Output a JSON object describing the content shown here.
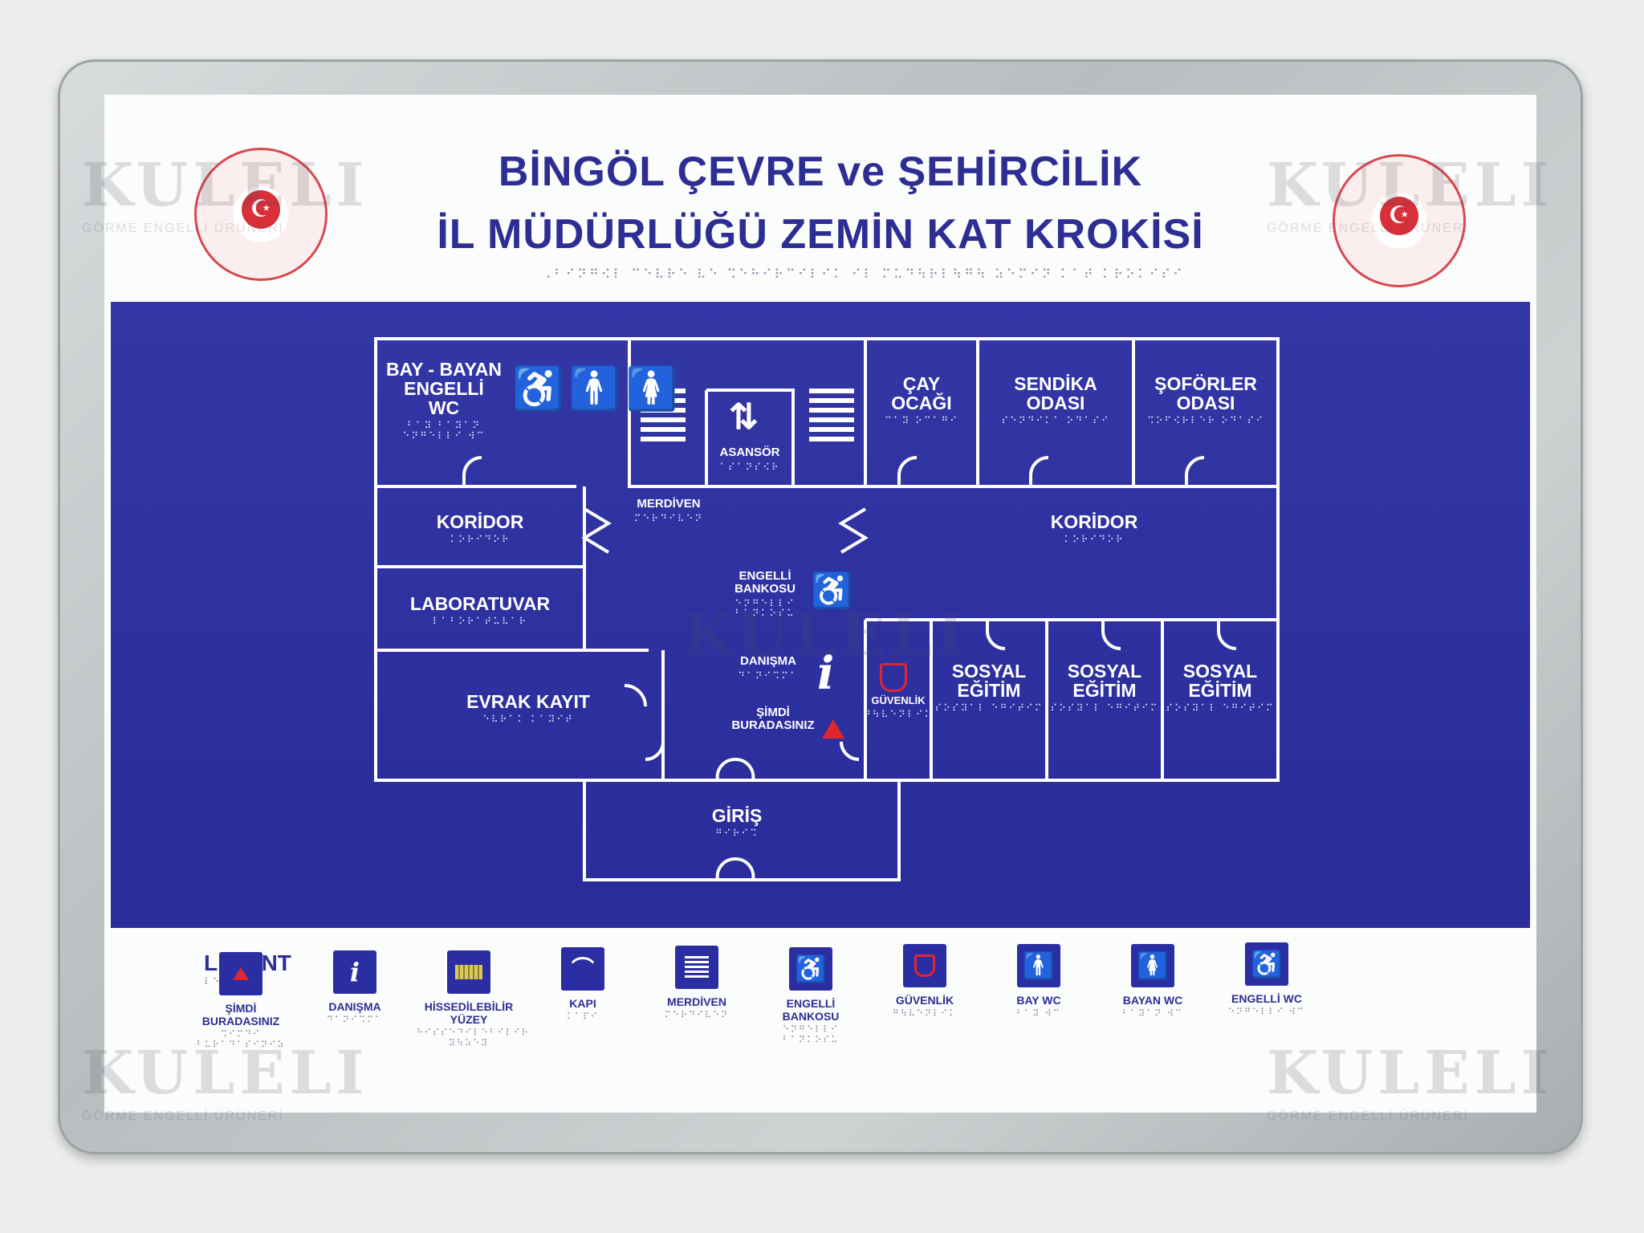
{
  "title": {
    "line1": "BİNGÖL ÇEVRE ve ŞEHİRCİLİK",
    "line2": "İL MÜDÜRLÜĞÜ ZEMİN KAT KROKİSİ",
    "braille": "⠠⠃⠊⠝⠛⠪⠇ ⠉⠑⠧⠗⠑ ⠧⠑ ⠩⠑⠓⠊⠗⠉⠊⠇⠊⠅ ⠊⠇ ⠍⠥⠙⠳⠗⠇⠳⠛⠳ ⠵⠑⠍⠊⠝ ⠅⠁⠞ ⠅⠗⠕⠅⠊⠎⠊"
  },
  "watermark": {
    "brand": "KULELI",
    "tagline": "GÖRME ENGELLİ ÜRÜNERİ"
  },
  "rooms": {
    "wc": {
      "l1": "BAY - BAYAN",
      "l2": "ENGELLİ",
      "l3": "WC",
      "braille": "⠃⠁⠽ ⠃⠁⠽⠁⠝ ⠑⠝⠛⠑⠇⠇⠊ ⠺⠉"
    },
    "cay": {
      "l1": "ÇAY",
      "l2": "OCAĞI",
      "braille": "⠉⠁⠽ ⠕⠉⠁⠛⠊"
    },
    "sendika": {
      "l1": "SENDİKA",
      "l2": "ODASI",
      "braille": "⠎⠑⠝⠙⠊⠅⠁ ⠕⠙⠁⠎⠊"
    },
    "soforler": {
      "l1": "ŞOFÖRLER",
      "l2": "ODASI",
      "braille": "⠩⠕⠋⠪⠗⠇⠑⠗ ⠕⠙⠁⠎⠊"
    },
    "asansor": {
      "l1": "ASANSÖR",
      "braille": "⠁⠎⠁⠝⠎⠪⠗"
    },
    "merdiven": {
      "l1": "MERDİVEN",
      "braille": "⠍⠑⠗⠙⠊⠧⠑⠝"
    },
    "koridor_left": {
      "l1": "KORİDOR",
      "braille": "⠅⠕⠗⠊⠙⠕⠗"
    },
    "koridor_right": {
      "l1": "KORİDOR",
      "braille": "⠅⠕⠗⠊⠙⠕⠗"
    },
    "lab": {
      "l1": "LABORATUVAR",
      "braille": "⠇⠁⠃⠕⠗⠁⠞⠥⠧⠁⠗"
    },
    "evrak": {
      "l1": "EVRAK KAYIT",
      "braille": "⠑⠧⠗⠁⠅ ⠅⠁⠽⠊⠞"
    },
    "engelli_bankosu": {
      "l1": "ENGELLİ",
      "l2": "BANKOSU",
      "braille": "⠑⠝⠛⠑⠇⠇⠊ ⠃⠁⠝⠅⠕⠎⠥"
    },
    "danisma": {
      "l1": "DANIŞMA",
      "braille": "⠙⠁⠝⠊⠩⠍⠁"
    },
    "simdi": {
      "l1": "ŞİMDİ",
      "l2": "BURADASINIZ",
      "braille": ""
    },
    "guvenlik": {
      "l1": "GÜVENLİK",
      "braille": "⠛⠳⠧⠑⠝⠇⠊⠅"
    },
    "sosyal1": {
      "l1": "SOSYAL",
      "l2": "EĞİTİM",
      "braille": "⠎⠕⠎⠽⠁⠇ ⠑⠛⠊⠞⠊⠍"
    },
    "sosyal2": {
      "l1": "SOSYAL",
      "l2": "EĞİTİM",
      "braille": "⠎⠕⠎⠽⠁⠇ ⠑⠛⠊⠞⠊⠍"
    },
    "sosyal3": {
      "l1": "SOSYAL",
      "l2": "EĞİTİM",
      "braille": "⠎⠕⠎⠽⠁⠇ ⠑⠛⠊⠞⠊⠍"
    },
    "giris": {
      "l1": "GİRİŞ",
      "braille": "⠛⠊⠗⠊⠩"
    }
  },
  "legend": {
    "title": "LEJANT",
    "title_braille": "⠇⠑⠚⠁⠝⠞",
    "items": [
      {
        "l1": "ŞİMDİ",
        "l2": "BURADASINIZ",
        "braille": "⠩⠊⠍⠙⠊ ⠃⠥⠗⠁⠙⠁⠎⠊⠝⠊⠵",
        "icon": "red-triangle-icon"
      },
      {
        "l1": "DANIŞMA",
        "l2": "",
        "braille": "⠙⠁⠝⠊⠩⠍⠁",
        "icon": "info-icon"
      },
      {
        "l1": "HİSSEDİLEBİLİR",
        "l2": "YÜZEY",
        "braille": "⠓⠊⠎⠎⠑⠙⠊⠇⠑⠃⠊⠇⠊⠗ ⠽⠳⠵⠑⠽",
        "icon": "tactile-surface-icon"
      },
      {
        "l1": "KAPI",
        "l2": "",
        "braille": "⠅⠁⠏⠊",
        "icon": "door-icon"
      },
      {
        "l1": "MERDİVEN",
        "l2": "",
        "braille": "⠍⠑⠗⠙⠊⠧⠑⠝",
        "icon": "stairs-icon"
      },
      {
        "l1": "ENGELLİ",
        "l2": "BANKOSU",
        "braille": "⠑⠝⠛⠑⠇⠇⠊ ⠃⠁⠝⠅⠕⠎⠥",
        "icon": "wheelchair-icon"
      },
      {
        "l1": "GÜVENLİK",
        "l2": "",
        "braille": "⠛⠳⠧⠑⠝⠇⠊⠅",
        "icon": "shield-icon"
      },
      {
        "l1": "BAY WC",
        "l2": "",
        "braille": "⠃⠁⠽ ⠺⠉",
        "icon": "man-icon"
      },
      {
        "l1": "BAYAN WC",
        "l2": "",
        "braille": "⠃⠁⠽⠁⠝ ⠺⠉",
        "icon": "woman-icon"
      },
      {
        "l1": "ENGELLİ WC",
        "l2": "",
        "braille": "⠑⠝⠛⠑⠇⠇⠊ ⠺⠉",
        "icon": "wheelchair-icon"
      }
    ]
  },
  "colors": {
    "navy": "#2b2ea2",
    "title": "#2d2e94",
    "red": "#e0262f"
  }
}
